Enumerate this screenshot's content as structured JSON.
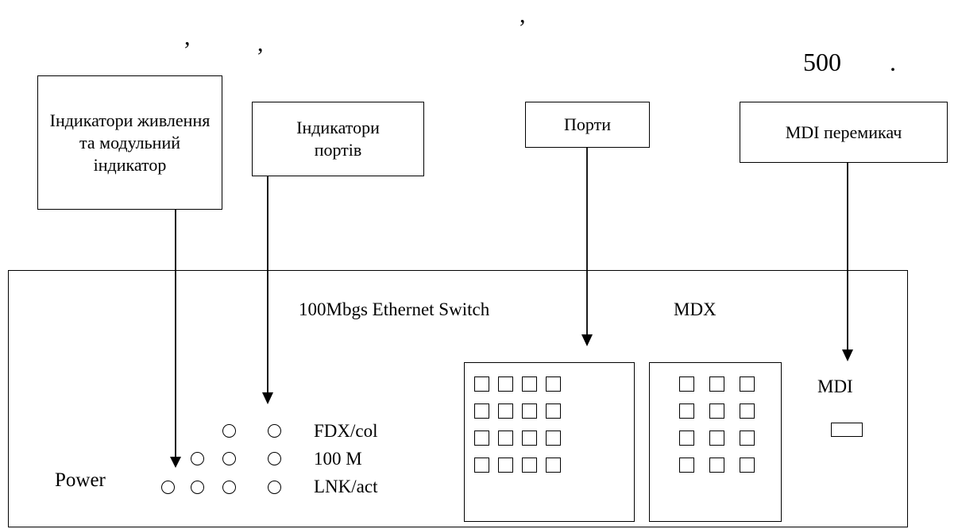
{
  "header": {
    "comma_1": ",",
    "comma_2": ",",
    "comma_3": ",",
    "number": "500",
    "dot": "."
  },
  "callouts": {
    "power_indicators": "Індикатори живлення та модульний індикатор",
    "port_indicators": "Індикатори портів",
    "ports": "Порти",
    "mdi_switch": "MDI перемикач"
  },
  "device": {
    "title": "100Mbgs Ethernet Switch",
    "mdx_label": "MDX",
    "mdi_label": "MDI",
    "power_label": "Power",
    "led_rows": [
      "FDX/col",
      "100 M",
      "LNK/act"
    ],
    "port_group_1": {
      "rows": 4,
      "cols": 4
    },
    "port_group_2": {
      "rows": 4,
      "cols": 3
    }
  }
}
